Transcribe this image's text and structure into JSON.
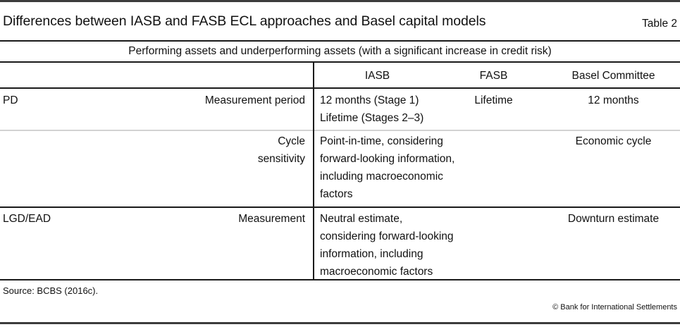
{
  "header": {
    "title": "Differences between IASB and FASB ECL approaches and Basel capital models",
    "table_number": "Table 2"
  },
  "table": {
    "span_header": "Performing assets and underperforming assets (with a significant increase in credit risk)",
    "column_headers": {
      "row_label": "",
      "aspect": "",
      "iasb": "IASB",
      "fasb": "FASB",
      "basel": "Basel Committee"
    },
    "rows": [
      {
        "label": "PD",
        "aspect": "Measurement period",
        "iasb": "12 months (Stage 1)\nLifetime (Stages 2–3)",
        "fasb": "Lifetime",
        "basel": "12 months"
      },
      {
        "label": "",
        "aspect": "Cycle\nsensitivity",
        "iasb": "Point-in-time, considering forward-looking information, including macroeconomic factors",
        "fasb": "",
        "basel": "Economic cycle"
      },
      {
        "label": "LGD/EAD",
        "aspect": "Measurement",
        "iasb": "Neutral estimate, considering forward-looking information, including macroeconomic factors",
        "fasb": "",
        "basel": "Downturn estimate"
      }
    ]
  },
  "footer": {
    "source": "Source: BCBS (2016c).",
    "copyright": "© Bank for International Settlements"
  },
  "colors": {
    "rule_dark": "#1a1a1a",
    "rule_light": "#d2d2d2",
    "text": "#111111",
    "background": "#ffffff"
  }
}
